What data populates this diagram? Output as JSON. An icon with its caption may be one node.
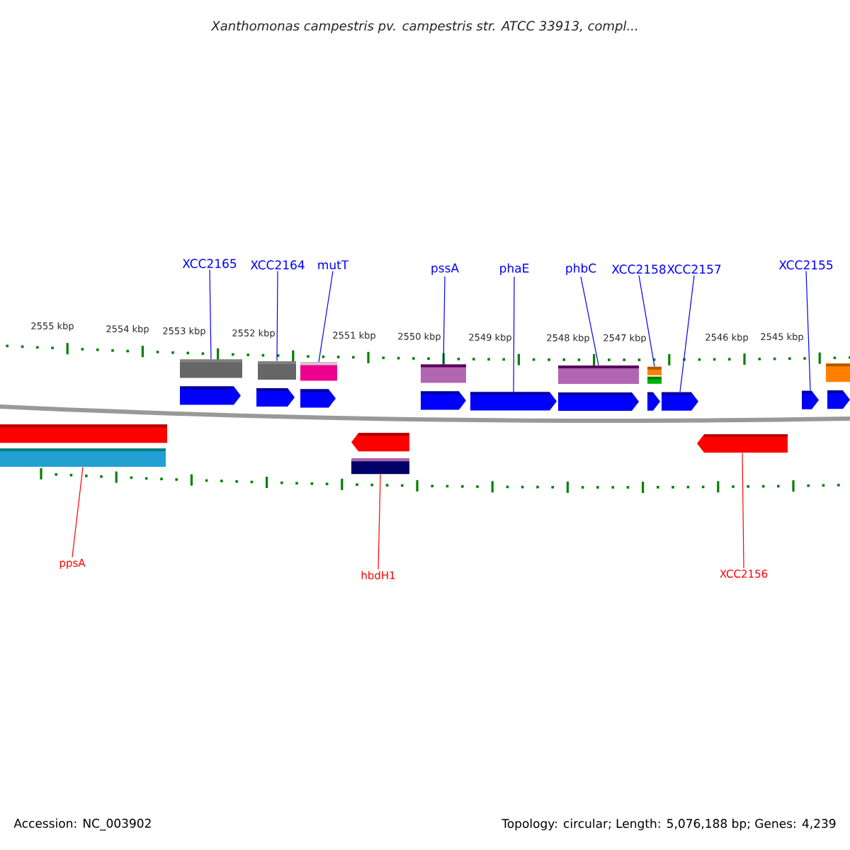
{
  "diagram": {
    "title": "Xanthomonas campestris pv. campestris str. ATCC 33913, compl...",
    "nodes": [
      {
        "text": [
          "XCC2165"
        ]
      },
      {
        "text": [
          "XCC2164"
        ]
      },
      {
        "text": [
          "mutT"
        ]
      },
      {
        "text": [
          "pssA"
        ]
      },
      {
        "text": [
          "phaE"
        ]
      },
      {
        "text": [
          "phbC"
        ]
      },
      {
        "text": [
          "XCC2158"
        ]
      },
      {
        "text": [
          "XCC2157"
        ]
      },
      {
        "text": [
          "XCC2155"
        ]
      },
      {
        "text": [
          "ppsA"
        ]
      },
      {
        "text": [
          "hbdH1"
        ]
      },
      {
        "text": [
          "XCC2156"
        ]
      },
      {
        "text": [],
        "shape": "bar"
      },
      {
        "text": [],
        "shape": "bar"
      },
      {
        "text": [],
        "shape": "bar"
      },
      {
        "text": [],
        "shape": "bar"
      },
      {
        "text": [],
        "shape": "box"
      },
      {
        "text": [],
        "shape": "bar"
      },
      {
        "text": [],
        "shape": "bar"
      },
      {
        "text": [],
        "shape": "box"
      },
      {
        "text": [],
        "shape": "box"
      },
      {
        "text": [],
        "shape": "bar"
      },
      {
        "text": [],
        "shape": "bar"
      },
      {
        "text": [],
        "shape": "box"
      },
      {
        "text": [],
        "shape": "box"
      },
      {
        "text": [],
        "shape": "box"
      },
      {
        "text": [],
        "shape": "box"
      },
      {
        "text": [],
        "shape": "box"
      },
      {
        "text": [],
        "shape": "box"
      },
      {
        "text": [],
        "shape": "box"
      },
      {
        "text": [],
        "shape": "box"
      },
      {
        "text": [],
        "shape": "bar"
      },
      {
        "text": [],
        "shape": "bar"
      },
      {
        "text": [],
        "shape": "bar"
      },
      {
        "text": [],
        "shape": "box"
      }
    ],
    "edges": [
      {
        "from": 0,
        "to": 12,
        "arrow": "none"
      },
      {
        "from": 1,
        "to": 13,
        "arrow": "none"
      },
      {
        "from": 2,
        "to": 14,
        "arrow": "none"
      },
      {
        "from": 3,
        "to": 15,
        "arrow": "none"
      },
      {
        "from": 4,
        "to": 16,
        "arrow": "none"
      },
      {
        "from": 5,
        "to": 17,
        "arrow": "none"
      },
      {
        "from": 6,
        "to": 18,
        "arrow": "none"
      },
      {
        "from": 7,
        "to": 19,
        "arrow": "none"
      },
      {
        "from": 8,
        "to": 20,
        "arrow": "none"
      },
      {
        "from": 9,
        "to": 21,
        "arrow": "none",
        "color": "#ff0000"
      },
      {
        "from": 10,
        "to": 22,
        "arrow": "none",
        "color": "#ff0000"
      },
      {
        "from": 11,
        "to": 23,
        "arrow": "none",
        "color": "#ff0000"
      }
    ],
    "labels": [
      "2555 kbp",
      "2554 kbp",
      "2553 kbp",
      "2552 kbp",
      "2551 kbp",
      "2550 kbp",
      "2549 kbp",
      "2548 kbp",
      "2547 kbp",
      "2546 kbp",
      "2545 kbp",
      "Accession: NC_003902",
      "Topology: circular; Length: 5,076,188 bp; Genes: 4,239"
    ]
  }
}
